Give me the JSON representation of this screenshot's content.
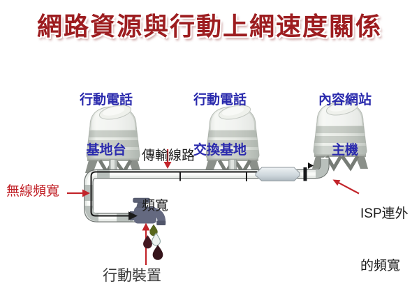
{
  "title": "網路資源與行動上網速度關係",
  "tanks": {
    "tank1": {
      "line1": "行動電話",
      "line2": "基地台"
    },
    "tank2": {
      "line1": "行動電話",
      "line2": "交換基地"
    },
    "tank3": {
      "line1": "內容網站",
      "line2": "主機"
    }
  },
  "annotations": {
    "transmission_line1": "傳輸線路",
    "transmission_line2": "頻寬",
    "wireless": "無線頻寬",
    "isp_line1": "ISP連外",
    "isp_line2": "的頻寬",
    "device": "行動裝置"
  },
  "colors": {
    "title_red": "#9d1d20",
    "tank_label_navy": "#2a2aad",
    "annotation_red": "#c2242a",
    "annotation_black": "#1c1c1c",
    "device_text": "#3a3a3a",
    "pipe_light": "#e9ece9",
    "pipe_fitting": "#b9c0bc",
    "sleeve_blue_gray": "#c3ccd2",
    "faucet_slate": "#646980",
    "flow_line_black": "#1a1a1a",
    "drop_olive": "#57661c",
    "drop_maroon": "#441821",
    "drop_white": "#edf2f0",
    "drop_dark": "#35131a"
  }
}
